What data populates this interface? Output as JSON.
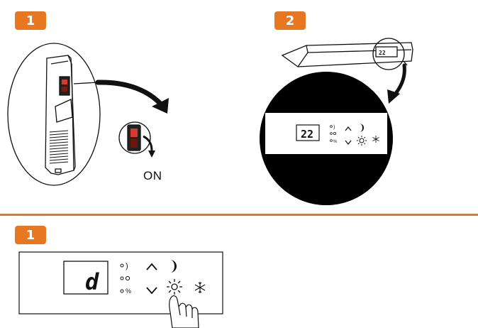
{
  "colors": {
    "accent": "#e87722",
    "ink": "#111111",
    "paper": "#ffffff",
    "display_red": "#d63a2a"
  },
  "steps": {
    "top_left": {
      "label": "1"
    },
    "top_right": {
      "label": "2"
    },
    "bottom_left": {
      "label": "1"
    }
  },
  "switch_state": {
    "label": "ON"
  },
  "panel_zoom": {
    "display_value": "22",
    "icons": [
      "comfort-moon-icon",
      "eco-sun-icon",
      "frost-percent-icon",
      "up-arrow-icon",
      "down-arrow-icon",
      "moon-icon",
      "sun-icon",
      "snowflake-icon"
    ]
  },
  "panel_bottom": {
    "display_value": "d",
    "icons": [
      "comfort-moon-icon",
      "eco-sun-icon",
      "frost-percent-icon",
      "up-arrow-icon",
      "down-arrow-icon",
      "moon-icon",
      "sun-icon",
      "snowflake-icon",
      "pointing-hand-icon"
    ]
  }
}
